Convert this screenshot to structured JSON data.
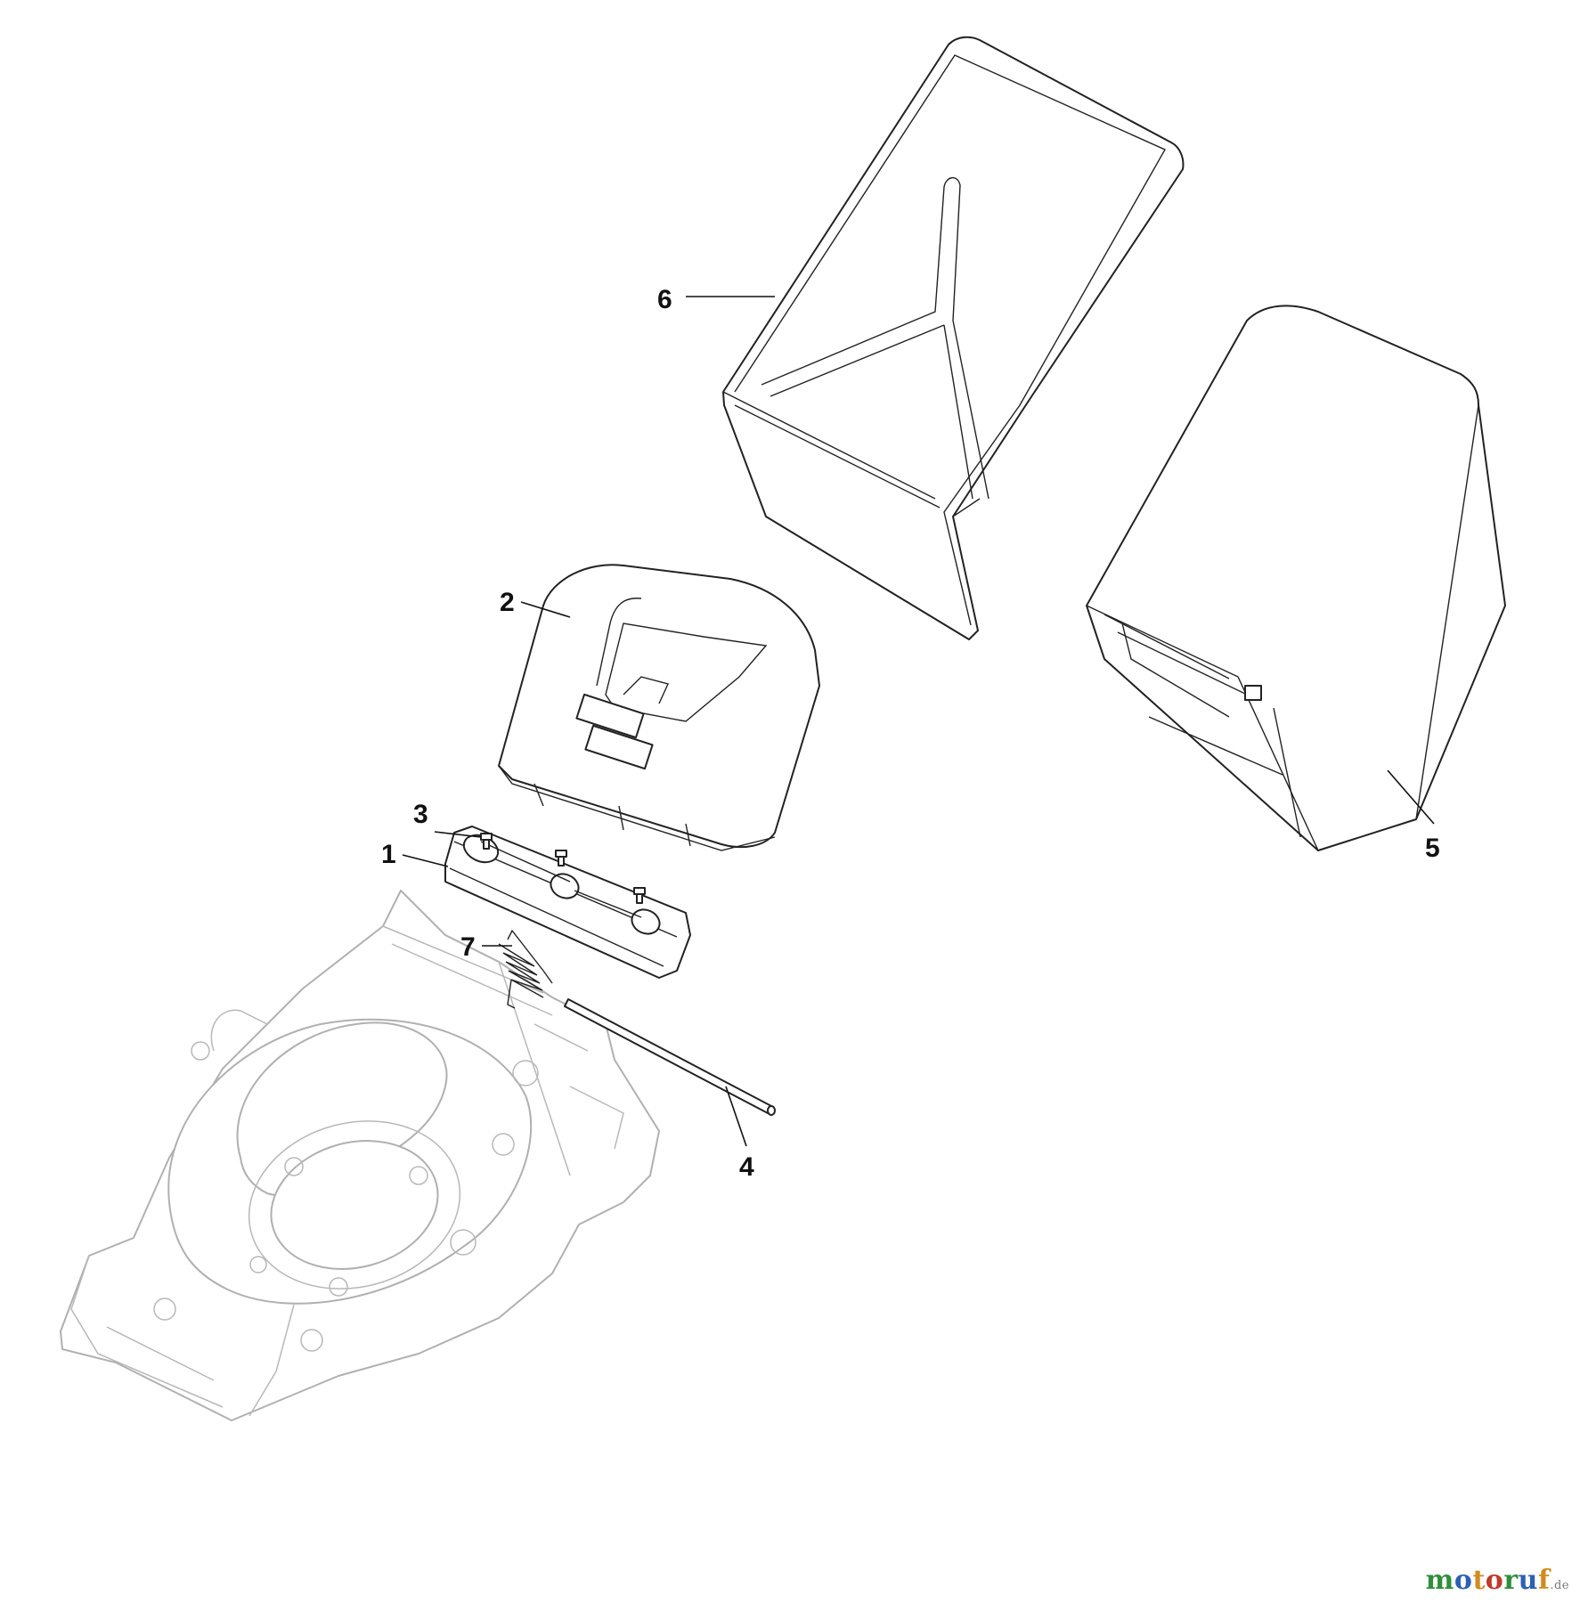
{
  "callouts": [
    {
      "id": "1",
      "label": "1"
    },
    {
      "id": "2",
      "label": "2"
    },
    {
      "id": "3",
      "label": "3"
    },
    {
      "id": "4",
      "label": "4"
    },
    {
      "id": "5",
      "label": "5"
    },
    {
      "id": "6",
      "label": "6"
    },
    {
      "id": "7",
      "label": "7"
    }
  ],
  "watermark": {
    "letters": [
      "m",
      "o",
      "t",
      "o",
      "r",
      "u",
      "f"
    ],
    "letter_colors": [
      "#2f8f3a",
      "#2d5fb4",
      "#d28a1e",
      "#c0392b",
      "#2f8f3a",
      "#2d5fb4",
      "#d28a1e"
    ],
    "suffix": ".de"
  }
}
